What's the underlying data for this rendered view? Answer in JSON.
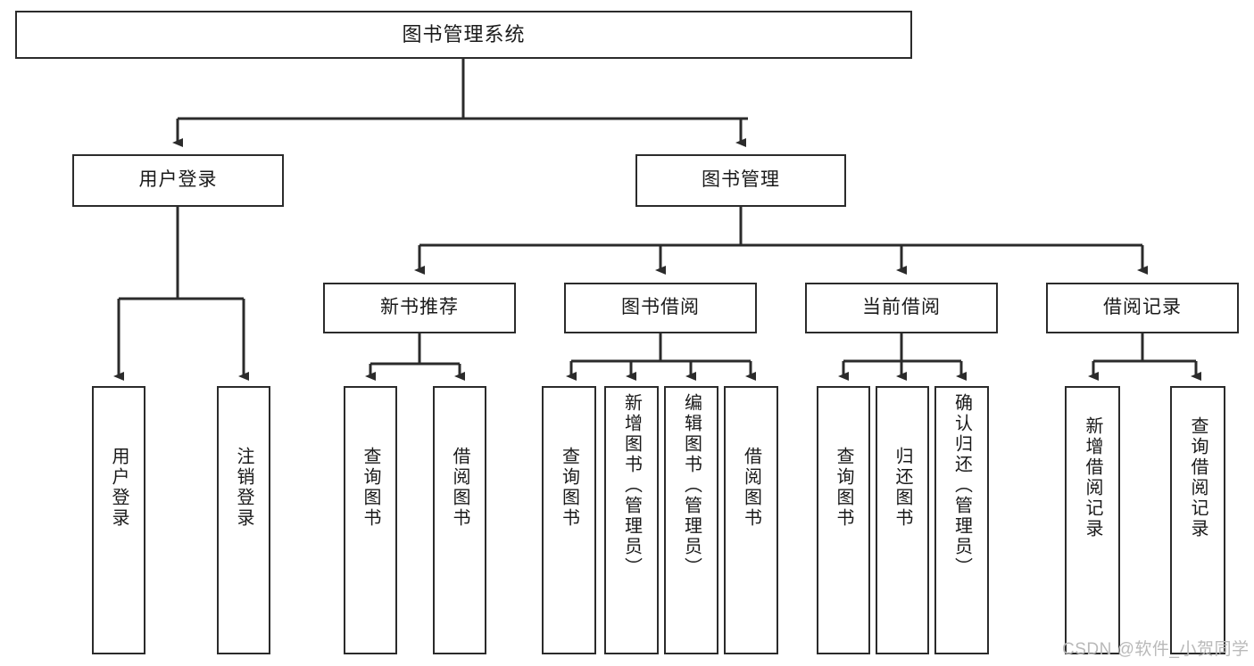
{
  "diagram": {
    "title_node": {
      "label": "图书管理系统"
    },
    "level2": [
      {
        "id": "user-login",
        "label": "用户登录"
      },
      {
        "id": "book-management",
        "label": "图书管理"
      }
    ],
    "level3": [
      {
        "id": "new-book-recommend",
        "label": "新书推荐"
      },
      {
        "id": "book-borrow",
        "label": "图书借阅"
      },
      {
        "id": "current-borrow",
        "label": "当前借阅"
      },
      {
        "id": "borrow-record",
        "label": "借阅记录"
      }
    ],
    "leaves": {
      "user_login": [
        {
          "id": "leaf-user-login",
          "label": "用户登录"
        },
        {
          "id": "leaf-logout-login",
          "label": "注销登录"
        }
      ],
      "new_book_recommend": [
        {
          "id": "leaf-query-book-1",
          "label": "查询图书"
        },
        {
          "id": "leaf-borrow-book-1",
          "label": "借阅图书"
        }
      ],
      "book_borrow": [
        {
          "id": "leaf-query-book-2",
          "label": "查询图书"
        },
        {
          "id": "leaf-add-book",
          "label": "新增图书（管理员）"
        },
        {
          "id": "leaf-edit-book",
          "label": "编辑图书（管理员）"
        },
        {
          "id": "leaf-borrow-book-2",
          "label": "借阅图书"
        }
      ],
      "current_borrow": [
        {
          "id": "leaf-query-book-3",
          "label": "查询图书"
        },
        {
          "id": "leaf-return-book",
          "label": "归还图书"
        },
        {
          "id": "leaf-confirm-return",
          "label": "确认归还（管理员）"
        }
      ],
      "borrow_record": [
        {
          "id": "leaf-add-borrow-record",
          "label": "新增借阅记录"
        },
        {
          "id": "leaf-query-borrow-record",
          "label": "查询借阅记录"
        }
      ]
    }
  },
  "watermark": {
    "text": "CSDN @软件_小贺同学"
  },
  "colors": {
    "stroke": "#2b2b2b",
    "fill": "#ffffff",
    "text": "#1a1a1a",
    "watermark": "#b9b9b9"
  }
}
